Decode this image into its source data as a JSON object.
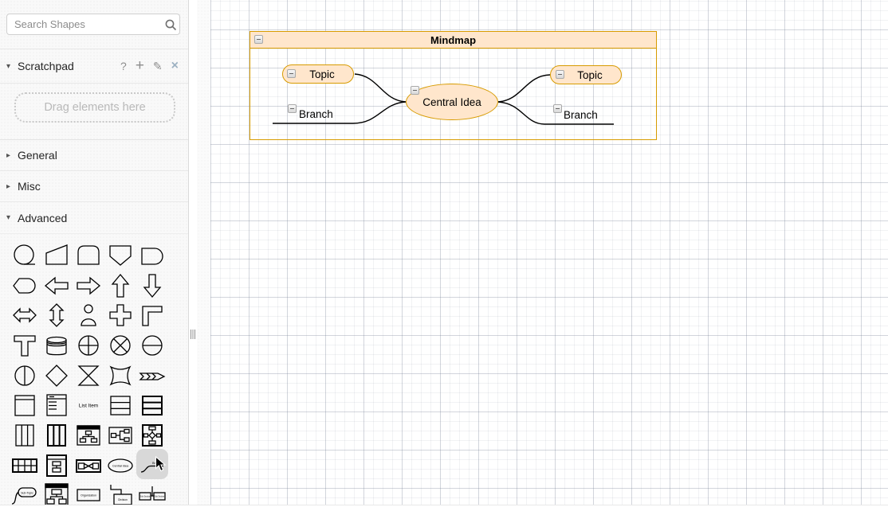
{
  "sidebar": {
    "search": {
      "placeholder": "Search Shapes"
    },
    "scratchpad": {
      "title": "Scratchpad",
      "help_glyph": "?",
      "add_glyph": "+",
      "edit_glyph": "✎",
      "close_glyph": "×",
      "dropzone": "Drag elements here"
    },
    "sections": {
      "general": "General",
      "misc": "Misc",
      "advanced": "Advanced"
    },
    "shape_labels": {
      "list_item": "List Item",
      "central_idea": "Central Idea",
      "branch": "Branch",
      "sub_topic": "Sub-Topic",
      "organization": "Organization",
      "division": "Division",
      "sub_section": "Sub Section"
    },
    "shapes": [
      "tape-data",
      "manual-input",
      "card",
      "shield",
      "delay",
      "rounded-hexagon",
      "arrow-left",
      "arrow-right",
      "arrow-up",
      "arrow-down",
      "double-arrow-horizontal",
      "double-arrow-vertical",
      "actor",
      "cross",
      "corner",
      "tee",
      "data-store",
      "or-junction",
      "summing-junction",
      "circle-horizontal-divider",
      "circle-vertical-divider",
      "decision",
      "collate",
      "switch",
      "arrow-strip",
      "window",
      "list",
      "list-item",
      "horizontal-rows",
      "horizontal-rows-bold",
      "vertical-columns",
      "vertical-columns-bold",
      "tree-container",
      "horizontal-tree-container",
      "cross-layout",
      "table",
      "container",
      "interchange",
      "central-idea",
      "branch",
      "sub-topic",
      "org-chart",
      "organization",
      "division",
      "sub-section"
    ]
  },
  "canvas": {
    "mindmap": {
      "title": "Mindmap",
      "topic_left": "Topic",
      "topic_right": "Topic",
      "central": "Central Idea",
      "branch_left": "Branch",
      "branch_right": "Branch"
    },
    "colors": {
      "node_fill": "#ffe6cc",
      "node_stroke": "#d79b00",
      "edge": "#000000"
    }
  }
}
